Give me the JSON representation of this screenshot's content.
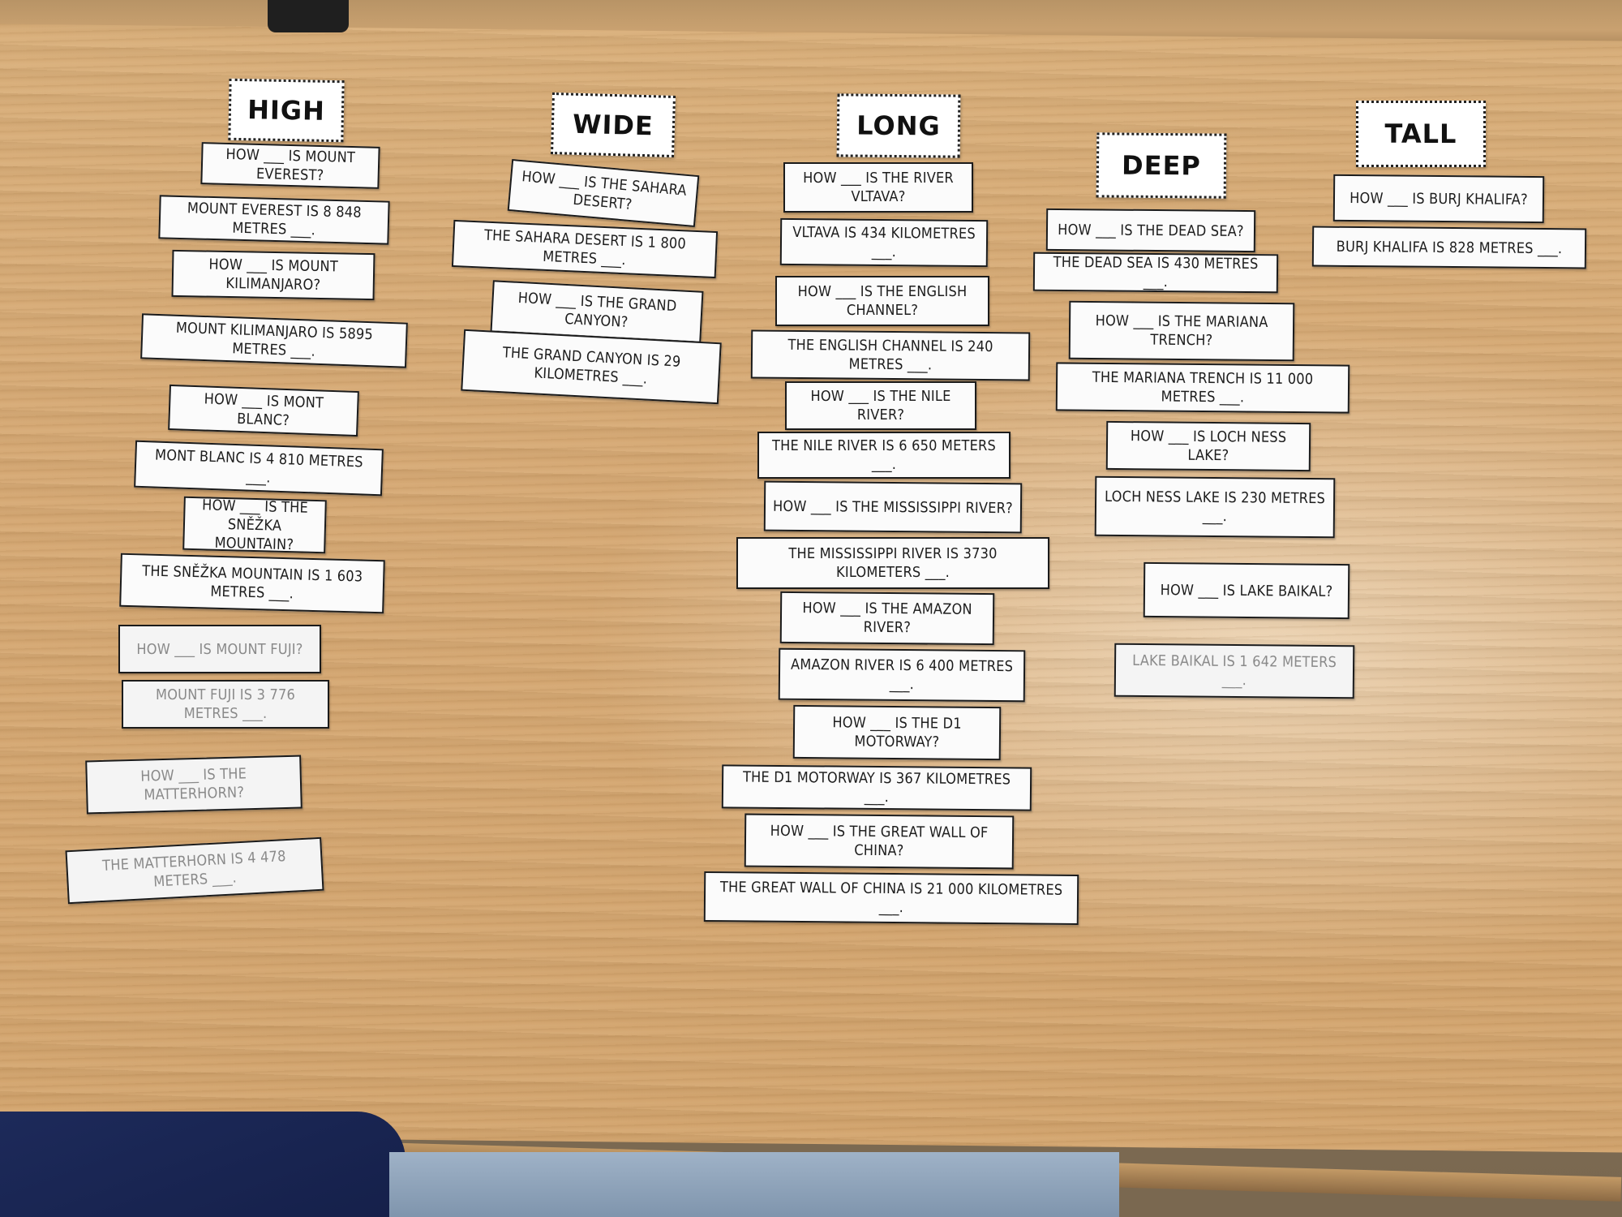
{
  "columns": [
    {
      "header": "HIGH",
      "cards": [
        "HOW ___ IS MOUNT EVEREST?",
        "MOUNT EVEREST IS  8 848 METRES ___.",
        "HOW ___ IS MOUNT KILIMANJARO?",
        "MOUNT KILIMANJARO IS 5895 METRES ___.",
        "HOW ___ IS MONT BLANC?",
        "MONT BLANC IS 4 810 METRES ___.",
        "HOW ___ IS THE SNĚŽKA MOUNTAIN?",
        "THE SNĚŽKA MOUNTAIN IS 1 603 METRES ___.",
        "HOW ___ IS MOUNT FUJI?",
        "MOUNT FUJI IS 3 776 METRES ___.",
        "HOW ___ IS THE MATTERHORN?",
        "THE MATTERHORN IS 4 478 METERS ___."
      ]
    },
    {
      "header": "WIDE",
      "cards": [
        "HOW ___ IS THE SAHARA DESERT?",
        "THE SAHARA DESERT IS 1 800 METRES ___.",
        "HOW ___ IS THE GRAND CANYON?",
        "THE GRAND CANYON IS 29 KILOMETRES ___."
      ]
    },
    {
      "header": "LONG",
      "cards": [
        "HOW ___ IS THE RIVER VLTAVA?",
        "VLTAVA IS 434 KILOMETRES ___.",
        "HOW ___ IS THE ENGLISH CHANNEL?",
        "THE ENGLISH CHANNEL IS 240 METRES ___.",
        "HOW ___ IS THE NILE RIVER?",
        "THE NILE RIVER IS 6 650 METERS ___.",
        "HOW ___ IS THE MISSISSIPPI RIVER?",
        "THE MISSISSIPPI RIVER IS  3730 KILOMETERS ___.",
        "HOW ___ IS THE AMAZON RIVER?",
        "AMAZON RIVER IS 6 400 METRES ___.",
        "HOW ___ IS THE D1 MOTORWAY?",
        "THE D1 MOTORWAY IS 367 KILOMETRES ___.",
        "HOW ___ IS THE GREAT WALL OF CHINA?",
        "THE GREAT WALL OF CHINA IS 21 000 KILOMETRES ___."
      ]
    },
    {
      "header": "DEEP",
      "cards": [
        "HOW ___ IS THE DEAD SEA?",
        "THE DEAD SEA IS 430 METRES ___.",
        "HOW ___ IS THE MARIANA TRENCH?",
        "THE MARIANA TRENCH IS 11 000 METRES ___.",
        "HOW ___ IS LOCH NESS LAKE?",
        "LOCH NESS LAKE IS 230 METRES ___.",
        "HOW ___ IS LAKE BAIKAL?",
        "LAKE BAIKAL IS 1 642 METERS ___."
      ]
    },
    {
      "header": "TALL",
      "cards": [
        "HOW ___ IS BURJ KHALIFA?",
        "BURJ KHALIFA IS 828 METRES ___."
      ]
    }
  ]
}
